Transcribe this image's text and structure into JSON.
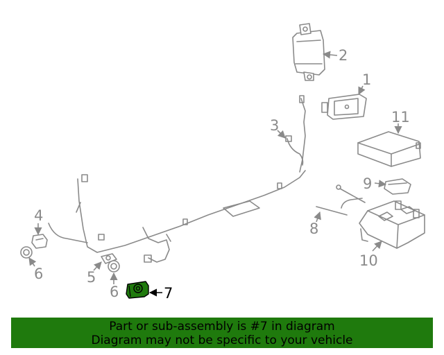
{
  "callouts": [
    "1",
    "2",
    "3",
    "4",
    "5",
    "6",
    "6",
    "7",
    "8",
    "9",
    "10",
    "11"
  ],
  "highlight_color": "#1f7a0d",
  "banner": {
    "line1": "Part or sub-assembly is #7 in diagram",
    "line2": "Diagram may not be specific to your vehicle"
  }
}
